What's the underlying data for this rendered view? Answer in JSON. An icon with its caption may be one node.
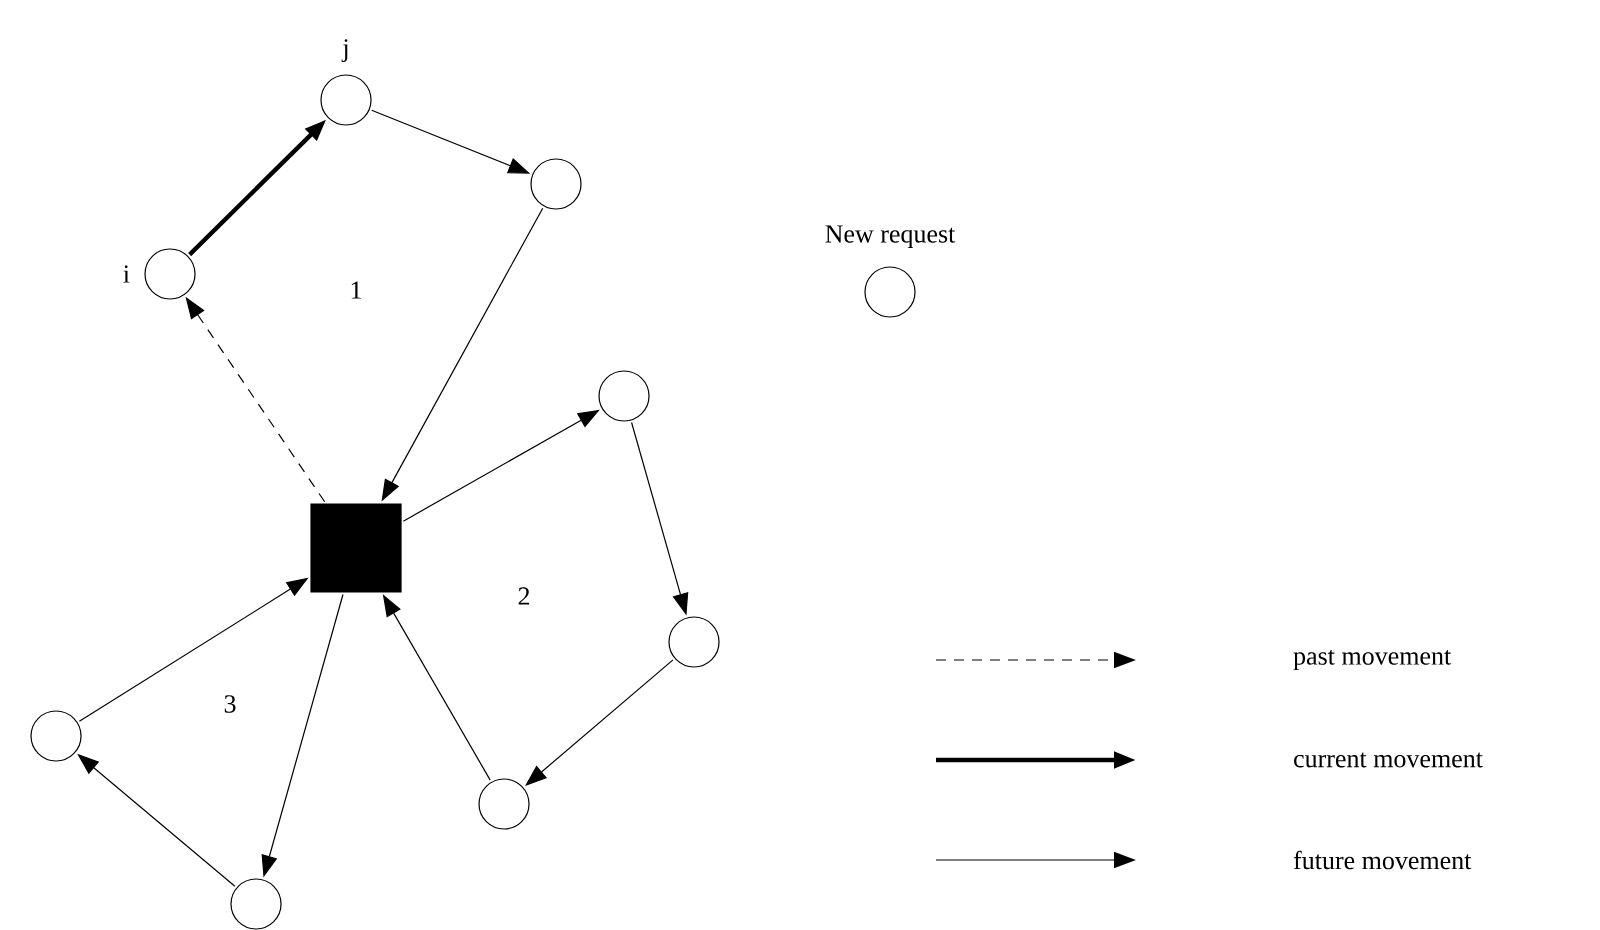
{
  "diagram": {
    "nodes": [
      {
        "text": [],
        "shape": "box"
      },
      {
        "text": [],
        "shape": "circle",
        "beside": [
          "i"
        ]
      },
      {
        "text": [],
        "shape": "circle",
        "beside": [
          "j"
        ]
      },
      {
        "text": [],
        "shape": "circle"
      },
      {
        "text": [],
        "shape": "circle"
      },
      {
        "text": [],
        "shape": "circle"
      },
      {
        "text": [],
        "shape": "circle"
      },
      {
        "text": [],
        "shape": "circle"
      },
      {
        "text": [],
        "shape": "circle"
      },
      {
        "text": [],
        "shape": "circle",
        "beside": [
          "New request"
        ]
      }
    ],
    "edges": [
      {
        "from": 0,
        "to": 1,
        "arrow": "to",
        "style": "dashed"
      },
      {
        "from": 1,
        "to": 2,
        "arrow": "to",
        "style": "thick"
      },
      {
        "from": 2,
        "to": 3,
        "arrow": "to"
      },
      {
        "from": 3,
        "to": 0,
        "arrow": "to"
      },
      {
        "from": 0,
        "to": 4,
        "arrow": "to"
      },
      {
        "from": 4,
        "to": 5,
        "arrow": "to"
      },
      {
        "from": 5,
        "to": 6,
        "arrow": "to"
      },
      {
        "from": 6,
        "to": 0,
        "arrow": "to"
      },
      {
        "from": 0,
        "to": 7,
        "arrow": "to"
      },
      {
        "from": 7,
        "to": 8,
        "arrow": "to"
      },
      {
        "from": 8,
        "to": 0,
        "arrow": "to"
      }
    ],
    "labels": [
      "1",
      "2",
      "3"
    ],
    "legend": [
      {
        "text": "past movement"
      },
      {
        "text": "current movement"
      },
      {
        "text": "future movement"
      }
    ]
  }
}
